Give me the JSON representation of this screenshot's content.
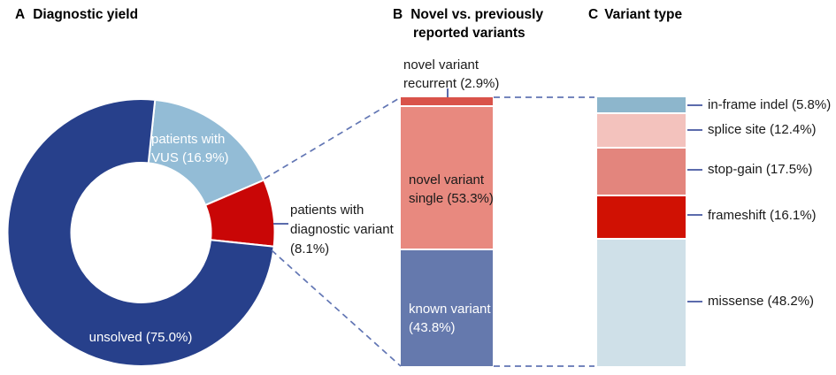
{
  "figure": {
    "background": "#ffffff",
    "text_color": "#1a1a1a",
    "connector_solid_color": "#5b6bac",
    "connector_dashed_color": "#6276b4"
  },
  "panels": {
    "a": {
      "letter": "A",
      "title": "Diagnostic yield"
    },
    "b": {
      "letter": "B",
      "title_line1": "Novel vs. previously",
      "title_line2": "reported variants"
    },
    "c": {
      "letter": "C",
      "title": "Variant type"
    }
  },
  "chart_data": [
    {
      "id": "diagnostic-yield-donut",
      "type": "donut",
      "title": "Diagnostic yield",
      "start_angle_deg": 6,
      "direction": "clockwise",
      "inner_radius_ratio": 0.52,
      "slices": [
        {
          "label": "patients with VUS",
          "value_pct": 16.9,
          "color": "#93bcd6",
          "label_lines": [
            "patients with",
            "VUS (16.9%)"
          ],
          "label_color": "#ffffff",
          "label_position": "inside"
        },
        {
          "label": "patients with diagnostic variant",
          "value_pct": 8.1,
          "color": "#c90606",
          "label_lines": [
            "patients with",
            "diagnostic variant",
            "(8.1%)"
          ],
          "label_color": "#1a1a1a",
          "label_position": "outside"
        },
        {
          "label": "unsolved",
          "value_pct": 75.0,
          "color": "#27408b",
          "label_lines": [
            "unsolved (75.0%)"
          ],
          "label_color": "#ffffff",
          "label_position": "inside"
        }
      ]
    },
    {
      "id": "novel-vs-reported-bar",
      "type": "stacked-bar",
      "title": "Novel vs. previously reported variants",
      "total_pct": 100,
      "segments": [
        {
          "label": "novel variant recurrent",
          "value_pct": 2.9,
          "color": "#d9534a",
          "label_lines": [
            "novel variant",
            "recurrent (2.9%)"
          ],
          "label_position": "above-outside"
        },
        {
          "label": "novel variant single",
          "value_pct": 53.3,
          "color": "#e8897f",
          "label_lines": [
            "novel variant",
            "single (53.3%)"
          ],
          "label_color": "#1a1a1a",
          "label_position": "inside"
        },
        {
          "label": "known variant",
          "value_pct": 43.8,
          "color": "#6579ad",
          "label_lines": [
            "known variant",
            "(43.8%)"
          ],
          "label_color": "#ffffff",
          "label_position": "inside"
        }
      ]
    },
    {
      "id": "variant-type-bar",
      "type": "stacked-bar",
      "title": "Variant type",
      "total_pct": 100,
      "segments": [
        {
          "label": "in-frame indel",
          "value_pct": 5.8,
          "color": "#8db6cc",
          "display": "in-frame indel (5.8%)"
        },
        {
          "label": "splice site",
          "value_pct": 12.4,
          "color": "#f3c2bd",
          "display": "splice site (12.4%)"
        },
        {
          "label": "stop-gain",
          "value_pct": 17.5,
          "color": "#e3857d",
          "display": "stop-gain (17.5%)"
        },
        {
          "label": "frameshift",
          "value_pct": 16.1,
          "color": "#d01103",
          "display": "frameshift (16.1%)"
        },
        {
          "label": "missense",
          "value_pct": 48.2,
          "color": "#cfe0e8",
          "display": "missense (48.2%)"
        }
      ]
    }
  ]
}
